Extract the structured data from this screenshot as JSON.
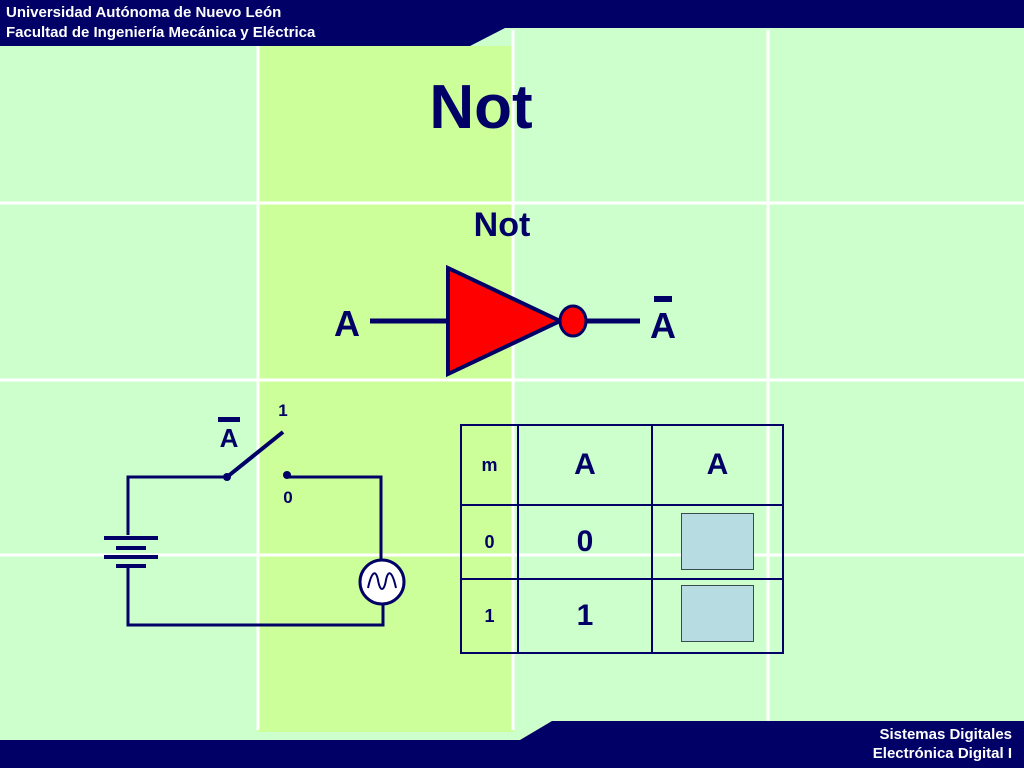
{
  "header": {
    "line1": "Universidad Autónoma de Nuevo León",
    "line2": "Facultad de Ingeniería Mecánica y Eléctrica"
  },
  "footer": {
    "line1": "Sistemas Digitales",
    "line2": "Electrónica Digital I"
  },
  "title": "Not",
  "gate": {
    "label": "Not",
    "input": "A",
    "output": "A",
    "output_overbar": true
  },
  "circuit": {
    "switch_label": "A",
    "switch_label_overbar": true,
    "pos_on": "1",
    "pos_off": "0"
  },
  "truth_table": {
    "headers": [
      "m",
      "A",
      "A"
    ],
    "rows": [
      {
        "m": "0",
        "a": "0"
      },
      {
        "m": "1",
        "a": "1"
      }
    ]
  },
  "colors": {
    "navy": "#000066",
    "background": "#ccffcc",
    "highlight_column": "#ccff99",
    "gate_fill": "#ff0000",
    "answer_box": "#b7dde3"
  }
}
